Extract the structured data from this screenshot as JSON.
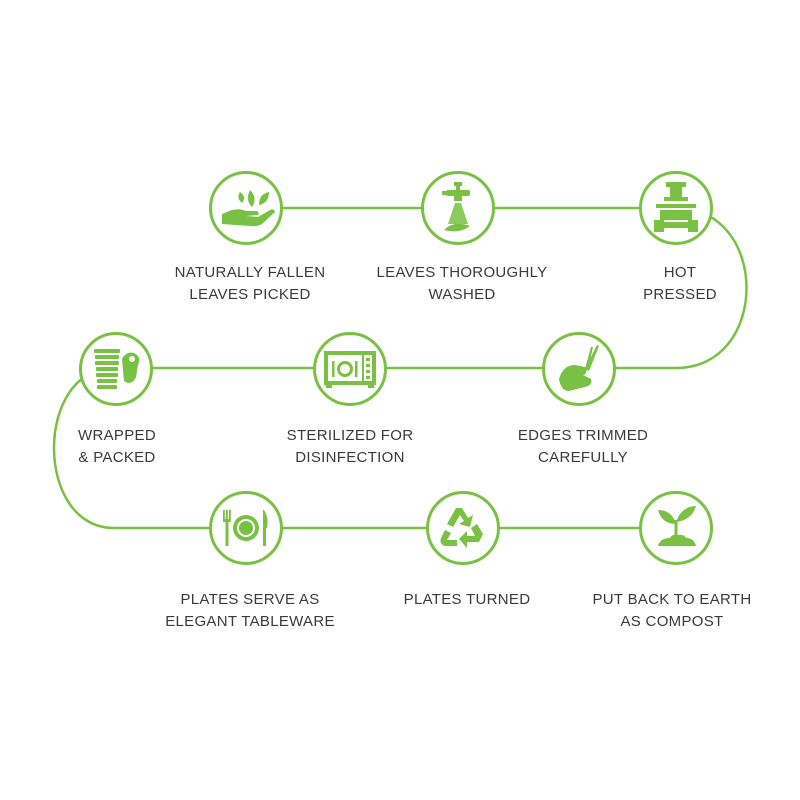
{
  "colors": {
    "accent": "#78c142",
    "text": "#3a3a3a",
    "background": "#ffffff"
  },
  "steps": [
    {
      "line1": "NATURALLY FALLEN",
      "line2": "LEAVES PICKED",
      "icon": "hand-leaves-icon"
    },
    {
      "line1": "LEAVES THOROUGHLY",
      "line2": "WASHED",
      "icon": "water-tap-icon"
    },
    {
      "line1": "HOT",
      "line2": "PRESSED",
      "icon": "hot-press-icon"
    },
    {
      "line1": "EDGES TRIMMED",
      "line2": "CAREFULLY",
      "icon": "scissors-hand-icon"
    },
    {
      "line1": "STERILIZED FOR",
      "line2": "DISINFECTION",
      "icon": "microwave-icon"
    },
    {
      "line1": "WRAPPED",
      "line2": "& PACKED",
      "icon": "stacked-plates-icon"
    },
    {
      "line1": "PLATES SERVE AS",
      "line2": "ELEGANT TABLEWARE",
      "icon": "plate-cutlery-icon"
    },
    {
      "line1": "PLATES TURNED",
      "line2": "",
      "icon": "recycle-icon"
    },
    {
      "line1": "PUT BACK TO EARTH",
      "line2": "AS COMPOST",
      "icon": "sprout-icon"
    }
  ]
}
